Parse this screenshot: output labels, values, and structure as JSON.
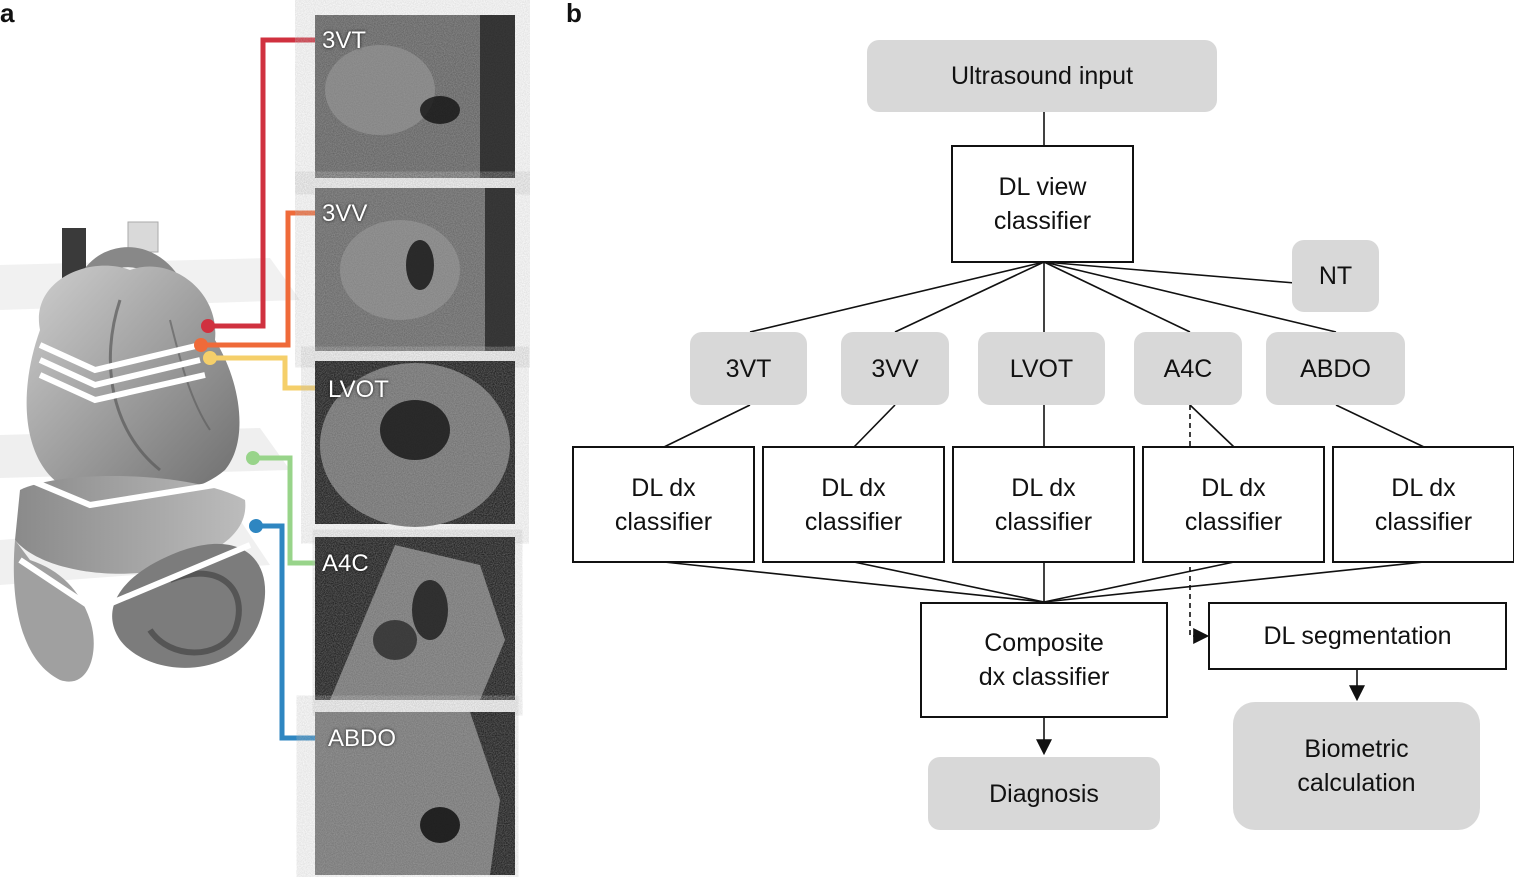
{
  "panel_a_label": "a",
  "panel_b_label": "b",
  "ultrasound_views": [
    {
      "label": "3VT",
      "color": "#d0313f"
    },
    {
      "label": "3VV",
      "color": "#ef6a39"
    },
    {
      "label": "LVOT",
      "color": "#f5cf6a"
    },
    {
      "label": "A4C",
      "color": "#98d48a"
    },
    {
      "label": "ABDO",
      "color": "#2e86c1"
    }
  ],
  "flow": {
    "input": "Ultrasound input",
    "view_classifier": "DL view\nclassifier",
    "nt": "NT",
    "views": [
      "3VT",
      "3VV",
      "LVOT",
      "A4C",
      "ABDO"
    ],
    "dx_classifiers": [
      "DL dx\nclassifier",
      "DL dx\nclassifier",
      "DL dx\nclassifier",
      "DL dx\nclassifier",
      "DL dx\nclassifier"
    ],
    "composite": "Composite\ndx classifier",
    "segmentation": "DL segmentation",
    "diagnosis": "Diagnosis",
    "biometric": "Biometric\ncalculation"
  }
}
